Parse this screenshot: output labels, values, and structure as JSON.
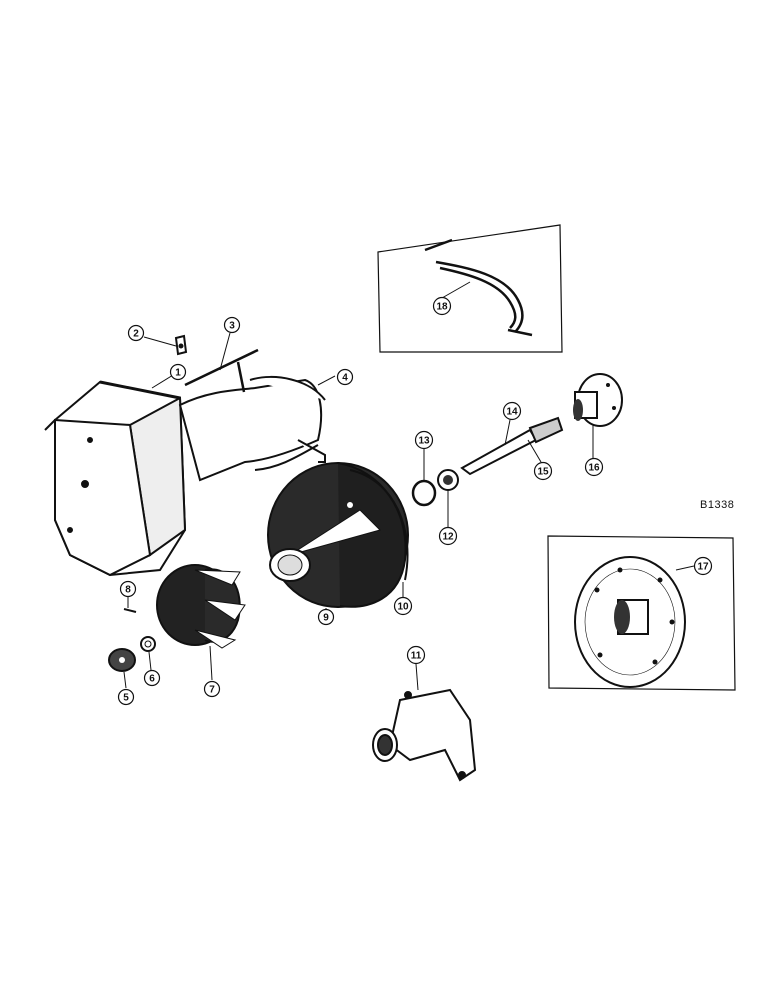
{
  "figure": {
    "id": "B1338",
    "callouts": [
      "1",
      "2",
      "3",
      "4",
      "5",
      "6",
      "7",
      "8",
      "9",
      "10",
      "11",
      "12",
      "13",
      "14",
      "15",
      "16",
      "17",
      "18"
    ]
  },
  "colors": {
    "ink": "#111111",
    "paper": "#ffffff",
    "shade": "#2a2a2a"
  }
}
